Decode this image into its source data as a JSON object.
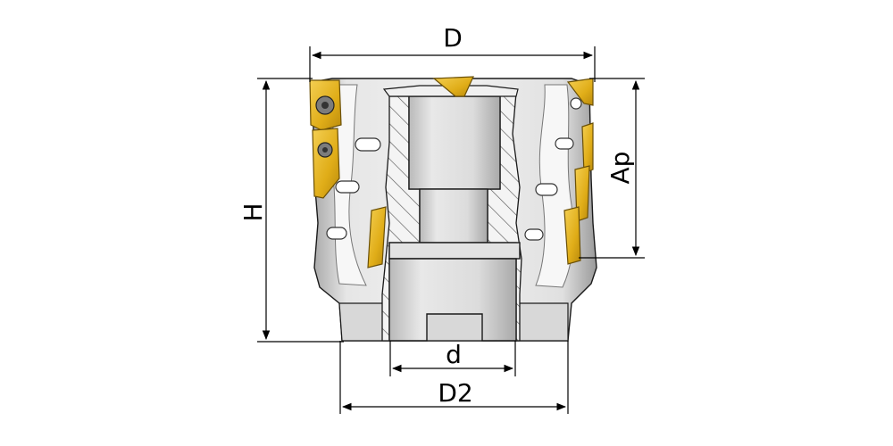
{
  "labels": {
    "D": "D",
    "H": "H",
    "Ap": "Ap",
    "d": "d",
    "D2": "D2"
  },
  "colors": {
    "body_light": "#eeeeee",
    "body_mid": "#c9c9c9",
    "body_dark": "#8c8c8c",
    "insert_gold": "#e3b21e",
    "insert_dark": "#a67d0a",
    "hatch": "#555555",
    "line": "#000000"
  }
}
